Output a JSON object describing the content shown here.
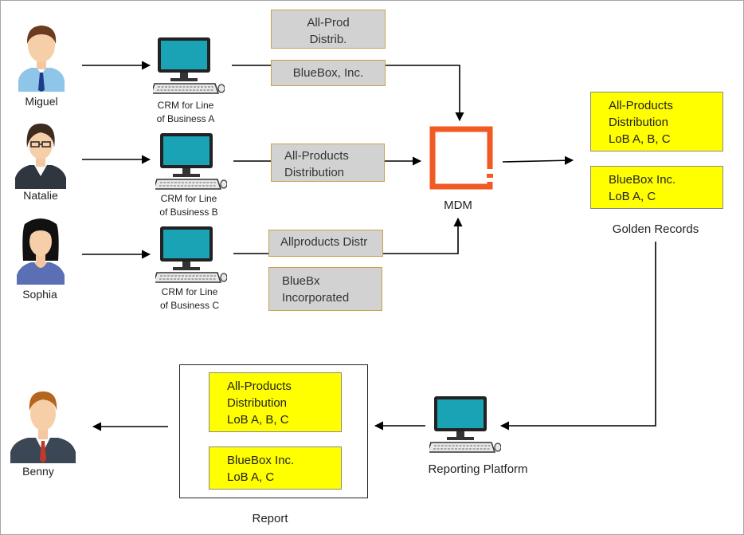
{
  "people": {
    "miguel": "Miguel",
    "natalie": "Natalie",
    "sophia": "Sophia",
    "benny": "Benny"
  },
  "crm": {
    "a": [
      "CRM for Line",
      "of Business  A"
    ],
    "b": [
      "CRM for Line",
      "of Business  B"
    ],
    "c": [
      "CRM for Line",
      "of Business C"
    ]
  },
  "source_records": {
    "a_top": [
      "All-Prod",
      "Distrib."
    ],
    "a_bottom": [
      "BlueBox, Inc."
    ],
    "b": [
      "All-Products",
      "Distribution"
    ],
    "c_top": [
      "Allproducts Distr"
    ],
    "c_bottom": [
      "BlueBx",
      "Incorporated"
    ]
  },
  "mdm": {
    "label": "MDM"
  },
  "golden_records": {
    "title": "Golden Records",
    "record1": [
      "All-Products",
      "Distribution",
      "LoB A, B, C"
    ],
    "record2": [
      "BlueBox Inc.",
      "LoB A, C"
    ]
  },
  "reporting_platform": {
    "label": "Reporting Platform"
  },
  "report": {
    "title": "Report",
    "record1": [
      "All-Products",
      "Distribution",
      "LoB A, B, C"
    ],
    "record2": [
      "BlueBox Inc.",
      "LoB A, C"
    ]
  },
  "colors": {
    "golden_fill": "#ffff00",
    "source_fill": "#d2d2d2",
    "mdm_accent": "#f15a22",
    "monitor_screen": "#1aa3b5"
  },
  "icons": {
    "person": "person-avatar-icon",
    "computer": "desktop-computer-icon",
    "mdm": "mdm-logo-icon"
  }
}
